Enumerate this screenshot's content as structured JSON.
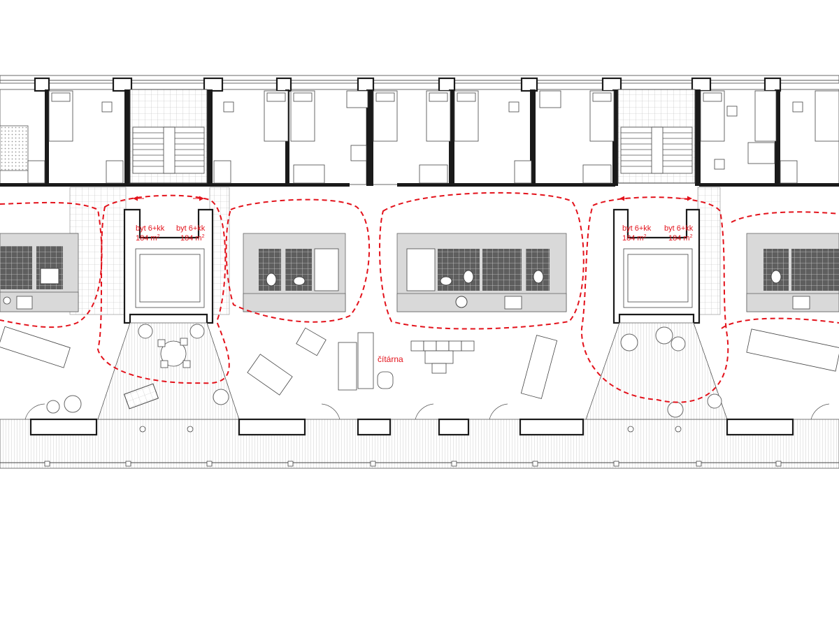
{
  "colors": {
    "accent": "#e3121b",
    "wall": "#1a1a1a",
    "line": "#555555",
    "tile": "#d9d9d9"
  },
  "labels": {
    "apartments": [
      {
        "name": "byt 6+kk",
        "area": "184 m",
        "sup": "2"
      },
      {
        "name": "byt 6+kk",
        "area": "184 m",
        "sup": "2"
      },
      {
        "name": "byt 6+kk",
        "area": "184 m",
        "sup": "2"
      },
      {
        "name": "byt 6+kk",
        "area": "184 m",
        "sup": "2"
      }
    ],
    "reading_room": "čítárna"
  }
}
